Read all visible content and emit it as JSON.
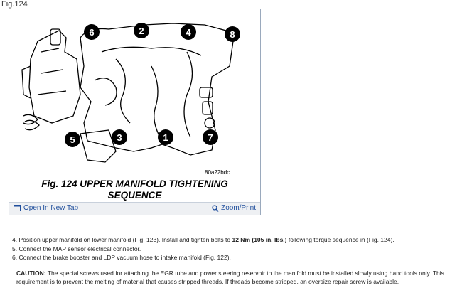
{
  "figure": {
    "label": "Fig.124",
    "caption_line1": "Fig. 124 UPPER MANIFOLD TIGHTENING",
    "caption_line2": "SEQUENCE",
    "image_code": "80a22bdc",
    "bolt_numbers": [
      "6",
      "2",
      "4",
      "8",
      "5",
      "3",
      "1",
      "7"
    ],
    "toolbar": {
      "open_label": "Open In New Tab",
      "zoom_label": "Zoom/Print"
    }
  },
  "steps": {
    "s4_a": "4. Position upper manifold on lower manifold (Fig. 123). Install and tighten bolts to ",
    "s4_torque": "12 Nm (105 in. lbs.)",
    "s4_b": " following torque sequence in (Fig. 124).",
    "s5": "5. Connect the MAP sensor electrical connector.",
    "s6": "6. Connect the brake booster and LDP vacuum hose to intake manifold (Fig. 122)."
  },
  "caution": {
    "label": "CAUTION:",
    "text": " The special screws used for attaching the EGR tube and power steering reservoir to the manifold must be installed slowly using hand tools only. This requirement is to prevent the melting of material that causes stripped threads. If threads become stripped, an oversize repair screw is available."
  }
}
